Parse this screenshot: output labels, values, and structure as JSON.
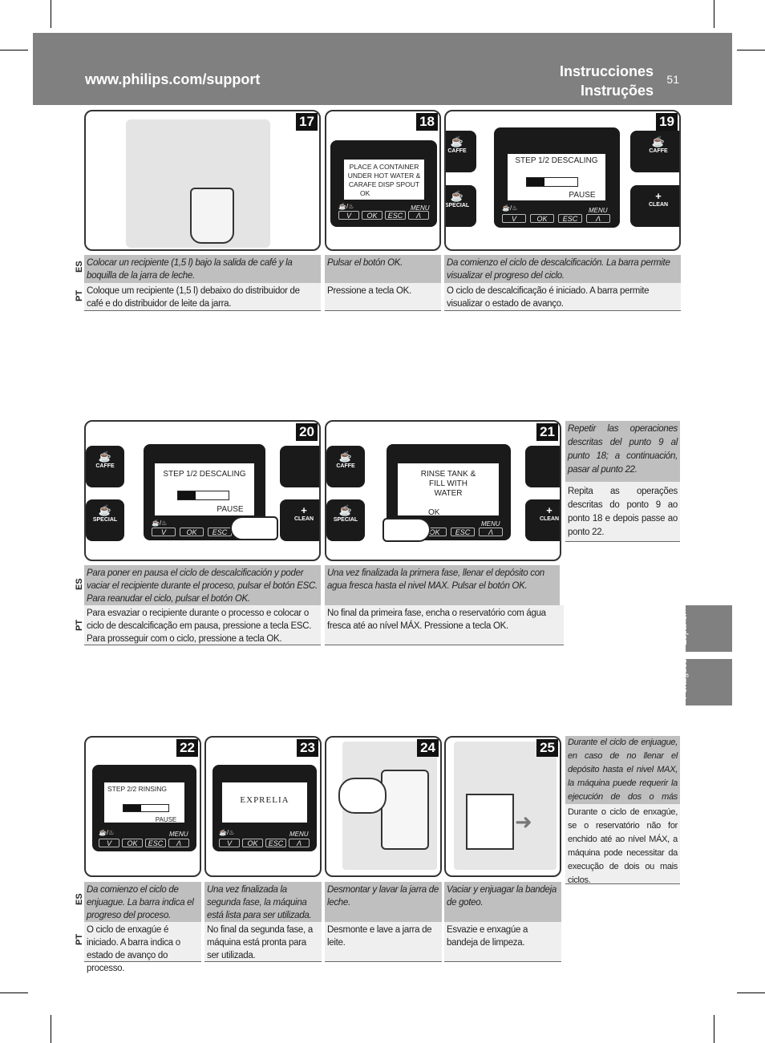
{
  "header": {
    "url": "www.philips.com/support",
    "title_es": "Instrucciones",
    "title_pt": "Instruções",
    "page_number": "51"
  },
  "labels": {
    "es": "ES",
    "pt": "PT"
  },
  "side_tabs": {
    "es": "Español",
    "pt": "Português"
  },
  "keys": {
    "down": "V",
    "ok": "OK",
    "esc": "ESC",
    "up": "Λ",
    "menu": "MENU"
  },
  "side_buttons": {
    "caffe": "CAFFE",
    "special": "SPECIAL",
    "clean": "CLEAN"
  },
  "steps": {
    "s17": {
      "num": "17",
      "es": "Colocar un recipiente (1,5 l) bajo la salida de café y la boquilla de la jarra de leche.",
      "pt": "Coloque um recipiente (1,5 l) debaixo do distribuidor de café e do distribuidor de leite da jarra."
    },
    "s18": {
      "num": "18",
      "screen": "PLACE A CONTAINER UNDER HOT WATER & CARAFE DISP SPOUT",
      "screen_ok": "OK",
      "es": "Pulsar el botón OK.",
      "pt": "Pressione a tecla OK."
    },
    "s19": {
      "num": "19",
      "screen": "STEP 1/2 DESCALING",
      "screen_pause": "PAUSE",
      "progress": 0.35,
      "es": "Da comienzo el ciclo de descalcificación. La barra permite visualizar el progreso del ciclo.",
      "pt": "O ciclo de descalcificação é iniciado. A barra permite visualizar o estado de avanço."
    },
    "s20": {
      "num": "20",
      "screen": "STEP 1/2 DESCALING",
      "screen_pause": "PAUSE",
      "progress": 0.35,
      "es": "Para poner en pausa el ciclo de descalcificación y poder vaciar el recipiente durante el proceso, pulsar el botón ESC. Para reanudar el ciclo, pulsar el botón OK.",
      "pt": "Para esvaziar o recipiente durante o processo e colocar o ciclo de descalcificação em pausa, pressione a tecla ESC. Para prosseguir com o ciclo, pressione a tecla OK."
    },
    "s21": {
      "num": "21",
      "screen": "RINSE TANK & FILL WITH WATER",
      "screen_ok": "OK",
      "es": "Una vez finalizada la primera fase, llenar el depósito con agua fresca hasta el nivel MAX. Pulsar el botón OK.",
      "pt": "No final da primeira fase, encha o reservatório com água fresca até ao nível MÁX. Pressione a tecla OK."
    },
    "s22": {
      "num": "22",
      "screen": "STEP 2/2 RINSING",
      "screen_pause": "PAUSE",
      "progress": 0.4,
      "es": "Da comienzo el ciclo de enjuague. La barra indica el progreso del proceso.",
      "pt": "O ciclo de enxagúe é iniciado. A barra indica o estado de avanço do processo."
    },
    "s23": {
      "num": "23",
      "screen": "EXPRELIA",
      "es": "Una vez finalizada la segunda fase, la máquina está lista para ser utilizada.",
      "pt": "No final da segunda fase, a máquina está pronta para ser utilizada."
    },
    "s24": {
      "num": "24",
      "es": "Desmontar y lavar la jarra de leche.",
      "pt": "Desmonte e lave a jarra de leite."
    },
    "s25": {
      "num": "25",
      "es": "Vaciar y enjuagar la bandeja de goteo.",
      "pt": "Esvazie e enxagúe a bandeja de limpeza."
    }
  },
  "notes": {
    "repeat_es": "Repetir las operaciones descritas del punto 9 al punto 18; a continuación, pasar al punto 22.",
    "repeat_pt": "Repita as operações descritas do ponto 9 ao ponto 18 e depois passe ao ponto 22.",
    "rinse_es": "Durante el ciclo de enjuague, en caso de no llenar el depósito hasta el nivel MAX, la máquina puede requerir la ejecución de dos o más ciclos.",
    "rinse_pt": "Durante o ciclo de enxagúe, se o reservatório não for enchido até ao nível MÁX, a máquina pode necessitar da execução de dois ou mais ciclos."
  }
}
